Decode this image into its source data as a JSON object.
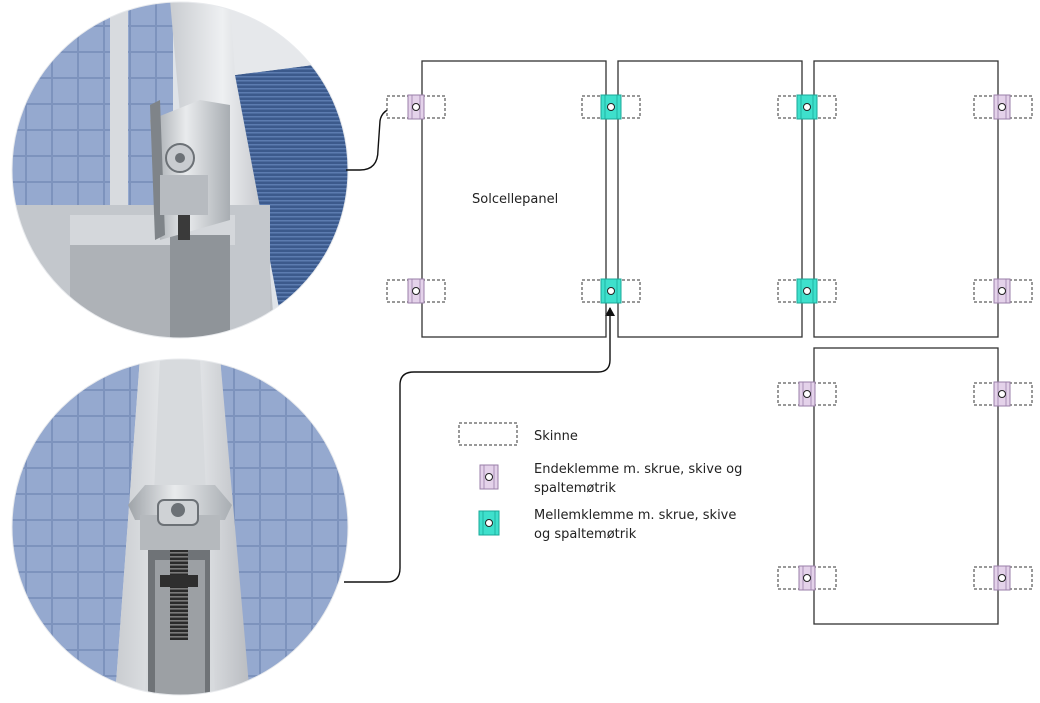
{
  "diagram": {
    "panel_label": "Solcellepanel",
    "legend": {
      "rail": "Skinne",
      "end_clamp_line1": "Endeklemme m. skrue, skive og",
      "end_clamp_line2": "spaltemøtrik",
      "mid_clamp_line1": "Mellemklemme m. skrue, skive",
      "mid_clamp_line2": "og spaltemøtrik"
    },
    "photos": [
      {
        "name": "end-clamp-photo"
      },
      {
        "name": "mid-clamp-photo"
      }
    ],
    "colors": {
      "end_clamp": "#e4d2ea",
      "end_clamp_stroke": "#9a7fa8",
      "mid_clamp": "#3ee0cc",
      "mid_clamp_stroke": "#1aa898",
      "panel_stroke": "#333333",
      "rail_stroke": "#333333"
    }
  }
}
